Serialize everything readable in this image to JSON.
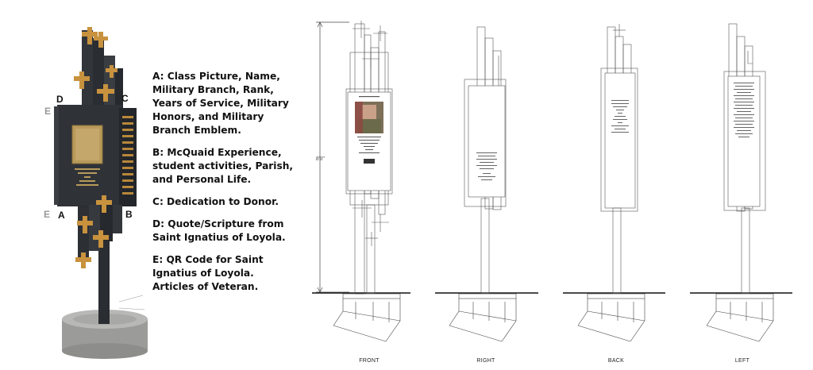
{
  "legend": {
    "items": [
      "A: Class Picture, Name,\nMilitary Branch, Rank,\nYears of Service, Military\nHonors, and Military\nBranch Emblem.",
      "B: McQuaid Experience,\nstudent activities, Parish,\nand Personal Life.",
      "C: Dedication to Donor.",
      "D: Quote/Scripture from\nSaint Ignatius of Loyola.",
      "E: QR Code for Saint\nIgnatius of Loyola.\nArticles of Veteran."
    ]
  },
  "render_letters": {
    "a": "A",
    "b": "B",
    "c": "C",
    "d": "D",
    "e_top": "E",
    "e_bottom": "E"
  },
  "views": {
    "front": "FRONT",
    "right": "RIGHT",
    "back": "BACK",
    "left": "LEFT"
  },
  "dimension": "8'0\"",
  "colors": {
    "stone": "#2f3338",
    "stone_dark": "#23262a",
    "bronze": "#c8923e",
    "plaque": "#b89a5a",
    "concrete": "#9a9a98",
    "line": "#333333"
  }
}
